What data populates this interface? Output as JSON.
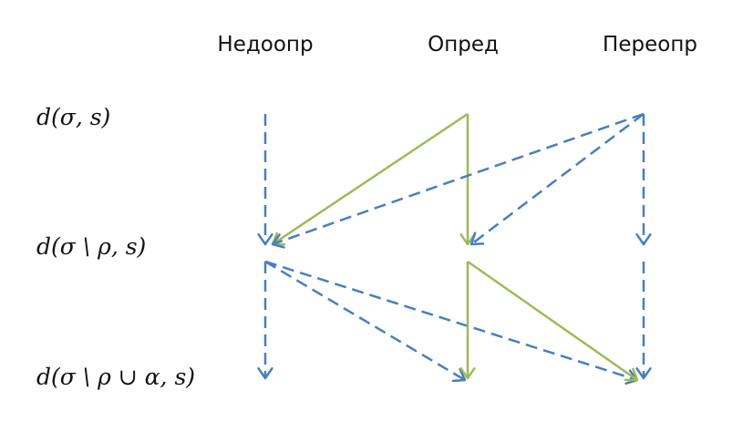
{
  "columns": {
    "under": "Недоопр",
    "exact": "Опред",
    "over": "Переопр"
  },
  "rows": {
    "r1": "d(σ, s)",
    "r2": "d(σ \\ ρ, s)",
    "r3": "d(σ \\ ρ ∪ α, s)"
  },
  "colors": {
    "dashed": "#4a7ebb",
    "solid": "#9bbb59"
  },
  "arrows": [
    {
      "id": "under-r1-r2",
      "from": "under.r1",
      "to": "under.r2",
      "style": "dashed"
    },
    {
      "id": "under-r2-r3",
      "from": "under.r2",
      "to": "under.r3",
      "style": "dashed"
    },
    {
      "id": "exact-r1-under-r2",
      "from": "exact.r1",
      "to": "under.r2",
      "style": "solid"
    },
    {
      "id": "exact-r1-r2",
      "from": "exact.r1",
      "to": "exact.r2",
      "style": "solid"
    },
    {
      "id": "over-r1-under-r2",
      "from": "over.r1",
      "to": "under.r2",
      "style": "dashed"
    },
    {
      "id": "over-r1-exact-r2",
      "from": "over.r1",
      "to": "exact.r2",
      "style": "dashed"
    },
    {
      "id": "over-r1-r2",
      "from": "over.r1",
      "to": "over.r2",
      "style": "dashed"
    },
    {
      "id": "under-r2-exact-r3",
      "from": "under.r2",
      "to": "exact.r3",
      "style": "dashed"
    },
    {
      "id": "under-r2-over-r3",
      "from": "under.r2",
      "to": "over.r3",
      "style": "dashed"
    },
    {
      "id": "exact-r2-r3",
      "from": "exact.r2",
      "to": "exact.r3",
      "style": "solid"
    },
    {
      "id": "exact-r2-over-r3",
      "from": "exact.r2",
      "to": "over.r3",
      "style": "solid"
    },
    {
      "id": "over-r2-r3",
      "from": "over.r2",
      "to": "over.r3",
      "style": "dashed"
    }
  ]
}
